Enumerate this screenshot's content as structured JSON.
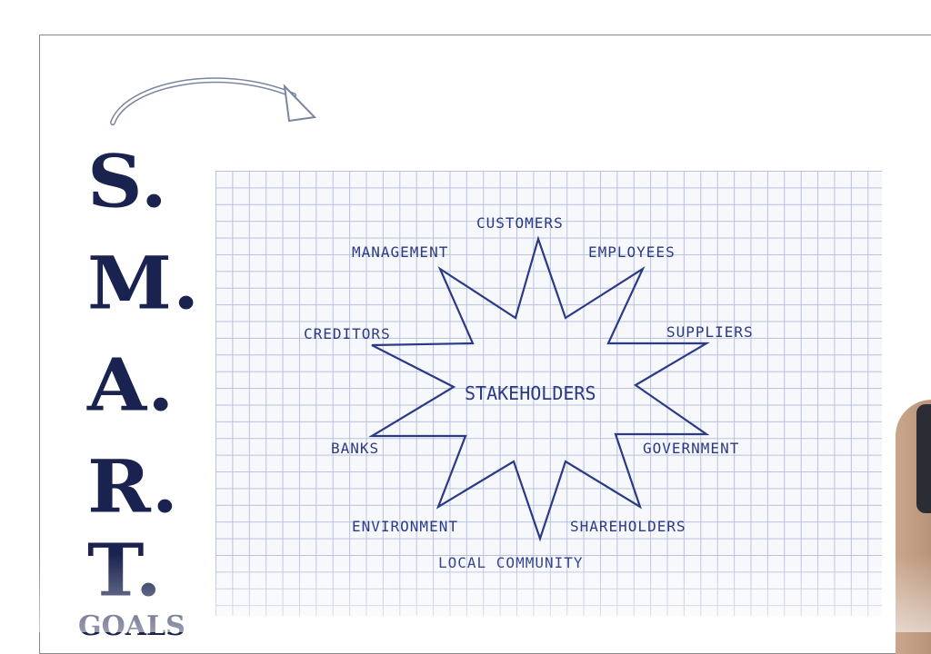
{
  "smart": {
    "letters": [
      "S.",
      "M.",
      "A.",
      "R.",
      "T."
    ],
    "goals": "GOALS"
  },
  "diagram": {
    "center": "STAKEHOLDERS",
    "stakeholders": {
      "customers": "CUSTOMERS",
      "management": "MANAGEMENT",
      "employees": "EMPLOYEES",
      "creditors": "CREDITORS",
      "suppliers": "SUPPLIERS",
      "banks": "BANKS",
      "government": "GOVERNMENT",
      "environment": "ENVIRONMENT",
      "shareholders": "SHAREHOLDERS",
      "local_community": "LOCAL COMMUNITY"
    }
  },
  "colors": {
    "letter_color": "#1a2250",
    "ink_color": "#2a3a86",
    "grid_line": "#b9c2dc"
  },
  "icons": {
    "arrow": "curved-arrow-icon"
  }
}
